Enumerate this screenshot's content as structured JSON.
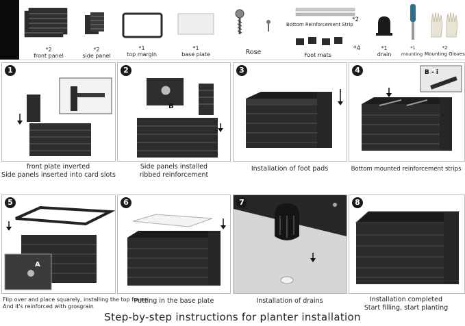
{
  "parts": [
    {
      "qty": "*2",
      "label": "front panel"
    },
    {
      "qty": "*2",
      "label": "side panel"
    },
    {
      "qty": "*1",
      "label": "top margin"
    },
    {
      "qty": "*1",
      "label": "base plate"
    },
    {
      "qty": "",
      "label": "Rose"
    },
    {
      "qty": "*2",
      "label": "Bottom Reinforcement Strip"
    },
    {
      "qty": "*4",
      "label": "Foot mats"
    },
    {
      "qty": "*1",
      "label": "drain"
    },
    {
      "qty": "*1",
      "label": "mounting tool"
    },
    {
      "qty": "*2",
      "label": "Mounting Gloves"
    }
  ],
  "steps": [
    {
      "num": "1",
      "caption_line1": "front plate inverted",
      "caption_line2": "Side panels inserted into card slots"
    },
    {
      "num": "2",
      "caption_line1": "Side panels installed",
      "caption_line2": "ribbed reinforcement",
      "callout": "B"
    },
    {
      "num": "3",
      "caption_line1": "Installation of foot pads",
      "caption_line2": ""
    },
    {
      "num": "4",
      "caption_line1": "Bottom mounted reinforcement strips",
      "caption_line2": "",
      "callout": "B - i"
    },
    {
      "num": "5",
      "caption_line1": "Flip over and place squarely, installing the top frame",
      "caption_line2": "And it's reinforced with grosgrain",
      "callout": "A"
    },
    {
      "num": "6",
      "caption_line1": "Putting in the base plate",
      "caption_line2": ""
    },
    {
      "num": "7",
      "caption_line1": "Installation of drains",
      "caption_line2": ""
    },
    {
      "num": "8",
      "caption_line1": "Installation completed",
      "caption_line2": "Start filling, start planting"
    }
  ],
  "footer_title": "Step-by-step instructions for planter installation",
  "colors": {
    "planter": "#2b2b2b",
    "planter_light": "#4a4a4a",
    "badge": "#1a1a1a"
  }
}
